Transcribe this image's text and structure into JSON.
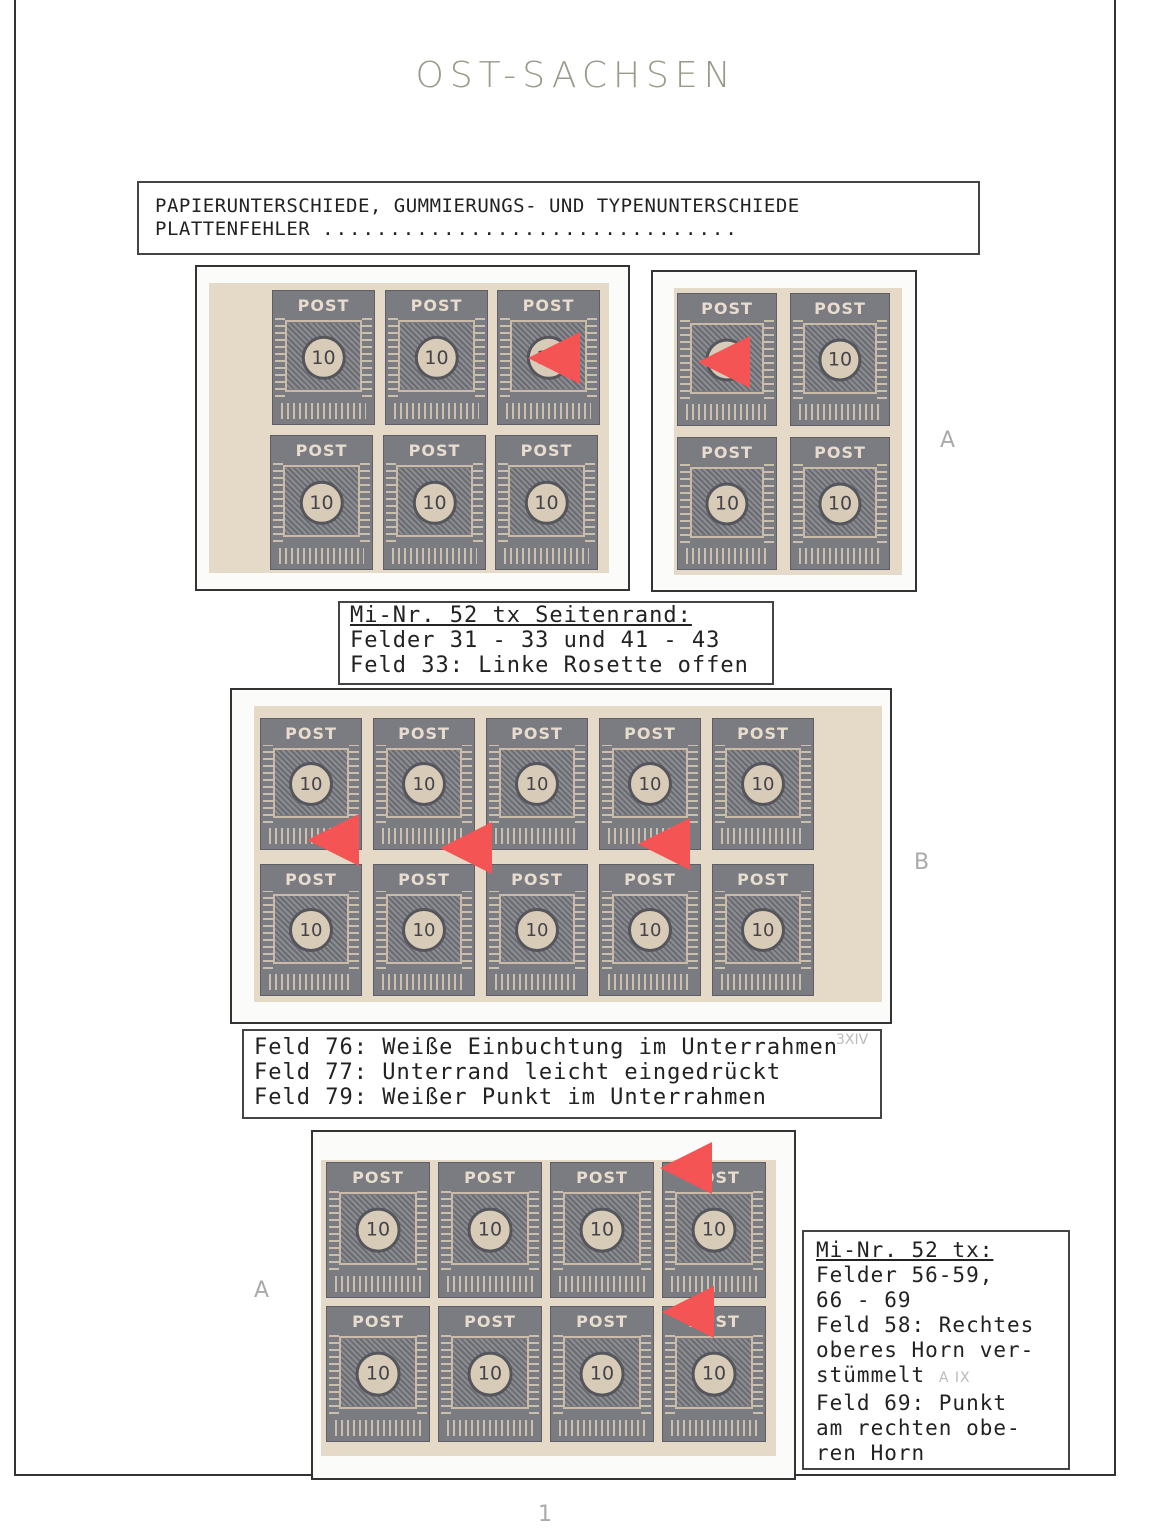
{
  "page": {
    "title": "OST-SACHSEN",
    "header_box": {
      "line1": "PAPIERUNTERSCHIEDE, GUMMIERUNGS- UND TYPENUNTERSCHIEDE",
      "line2": "PLATTENFEHLER",
      "dots": "..............................."
    },
    "stamp": {
      "post": "POST",
      "value": "10"
    },
    "note1": {
      "line1": "Mi-Nr. 52 tx Seitenrand:",
      "line2": "Felder 31 - 33 und 41 - 43",
      "line3": "Feld 33: Linke Rosette offen"
    },
    "note2": {
      "line1": "Feld 76: Weiße Einbuchtung im Unterrahmen",
      "line2": "Feld 77: Unterrand leicht eingedrückt",
      "line3": "Feld 79: Weißer Punkt im Unterrahmen",
      "pencil": "3XIV"
    },
    "note3": {
      "line1": "Mi-Nr. 52 tx:",
      "line2": "Felder 56-59,",
      "line3": "66 - 69",
      "line4": "Feld 58: Rechtes",
      "line5": "oberes Horn ver-",
      "line6": "stümmelt",
      "line6_pencil": "A IX",
      "line7": "Feld 69: Punkt",
      "line8": "am rechten obe-",
      "line9": "ren Horn"
    },
    "pencil_marks": {
      "a1": "A",
      "b": "B",
      "a2": "A",
      "page_number": "1"
    },
    "arrow_color": "#f45454",
    "stamp_color": "#7b7b82",
    "paper_color": "#e5d9c8"
  }
}
